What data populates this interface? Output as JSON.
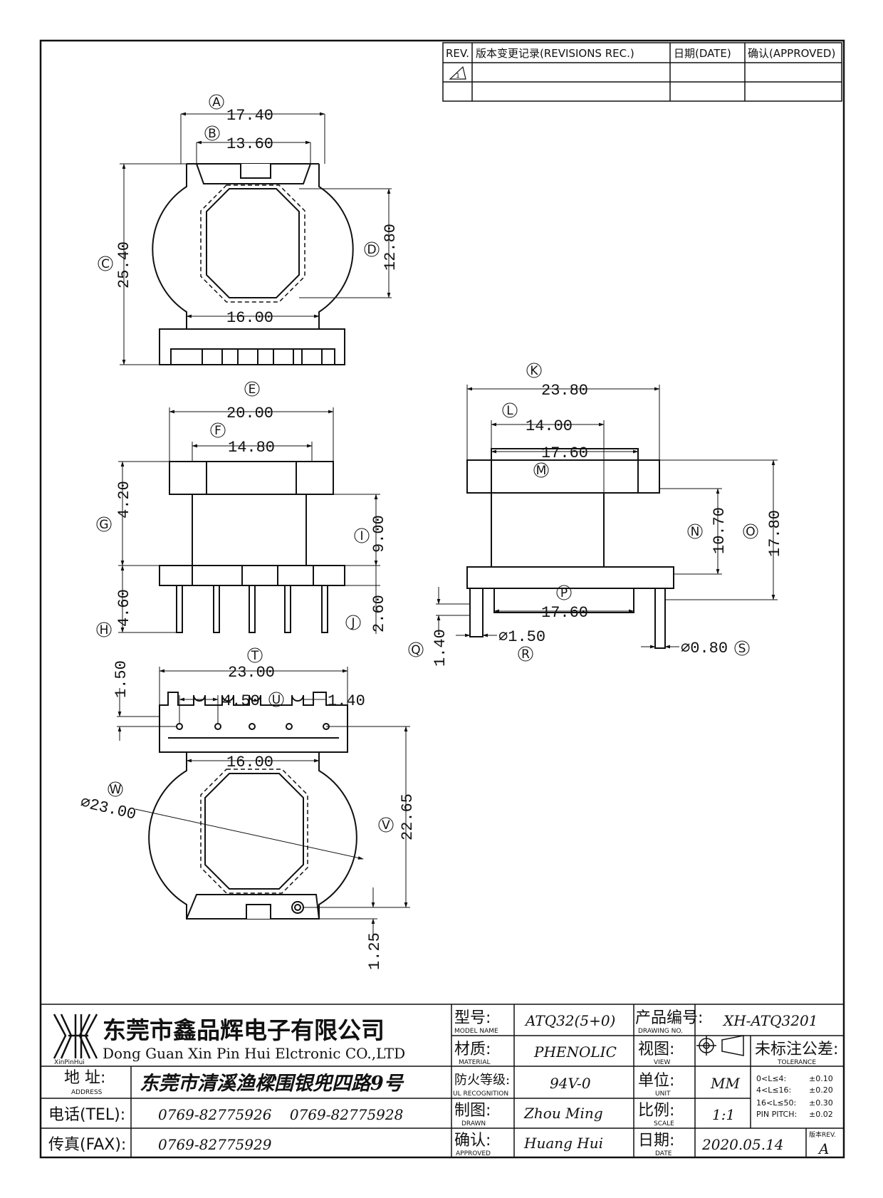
{
  "revision_table": {
    "headers": [
      "REV.",
      "版本变更记录(REVISIONS REC.)",
      "日期(DATE)",
      "确认(APPROVED)"
    ],
    "rev_mark": "1"
  },
  "dimensions": {
    "A": {
      "letter": "A",
      "value": "17.40"
    },
    "B": {
      "letter": "B",
      "value": "13.60"
    },
    "C": {
      "letter": "C",
      "value": "25.40"
    },
    "D": {
      "letter": "D",
      "value": "12.80"
    },
    "top_width": {
      "value": "16.00"
    },
    "E": {
      "letter": "E",
      "value": "20.00"
    },
    "F": {
      "letter": "F",
      "value": "14.80"
    },
    "G": {
      "letter": "G",
      "value": "4.20"
    },
    "H": {
      "letter": "H",
      "value": "4.60"
    },
    "I": {
      "letter": "I",
      "value": "9.00"
    },
    "J": {
      "letter": "J",
      "value": "2.60"
    },
    "K": {
      "letter": "K",
      "value": "23.80"
    },
    "L": {
      "letter": "L",
      "value": "14.00"
    },
    "M": {
      "letter": "M",
      "value": "17.60"
    },
    "N": {
      "letter": "N",
      "value": "10.70"
    },
    "O": {
      "letter": "O",
      "value": "17.80"
    },
    "P": {
      "letter": "P",
      "value": "17.60"
    },
    "Q": {
      "letter": "Q",
      "value": "1.40"
    },
    "R": {
      "letter": "R",
      "value": "⌀1.50"
    },
    "S": {
      "letter": "S",
      "value": "⌀0.80"
    },
    "T": {
      "letter": "T",
      "value": "23.00"
    },
    "U": {
      "letter": "U",
      "value": "4.50",
      "value2": "1.40"
    },
    "side_150": {
      "value": "1.50"
    },
    "bottom_width": {
      "value": "16.00"
    },
    "V": {
      "letter": "V",
      "value": "22.65"
    },
    "W": {
      "letter": "W",
      "value": "⌀23.00"
    },
    "base_125": {
      "value": "1.25"
    }
  },
  "title_block": {
    "logo_text": "XinPinHui",
    "company_cn": "东莞市鑫品辉电子有限公司",
    "company_en": "Dong Guan Xin Pin Hui Elctronic CO.,LTD",
    "address_label": "地 址:",
    "address_label_en": "ADDRESS",
    "address": "东莞市清溪渔樑围银兜四路9号",
    "tel_label": "电话(TEL):",
    "tel": "0769-82775926    0769-82775928",
    "fax_label": "传真(FAX):",
    "fax": "0769-82775929",
    "model_label": "型号:",
    "model_label_en": "MODEL NAME",
    "model": "ATQ32(5+0)",
    "material_label": "材质:",
    "material_label_en": "MATERIAL",
    "material": "PHENOLIC",
    "ul_label": "防火等级:",
    "ul_label_en": "UL RECOGNITION",
    "ul": "94V-0",
    "drawn_label": "制图:",
    "drawn_label_en": "DRAWN",
    "drawn": "Zhou Ming",
    "approved_label": "确认:",
    "approved_label_en": "APPROVED",
    "approved": "Huang Hui",
    "drawing_no_label": "产品编号:",
    "drawing_no_label_en": "DRAWING NO.",
    "drawing_no": "XH-ATQ3201",
    "view_label": "视图:",
    "view_label_en": "VIEW",
    "unit_label": "单位:",
    "unit_label_en": "UNIT",
    "unit": "MM",
    "scale_label": "比例:",
    "scale_label_en": "SCALE",
    "scale": "1:1",
    "date_label": "日期:",
    "date_label_en": "DATE",
    "date": "2020.05.14",
    "tolerance_label": "未标注公差:",
    "tolerance_label_en": "TOLERANCE",
    "tolerances": [
      {
        "range": "0<L≤4:",
        "value": "±0.10"
      },
      {
        "range": "4<L≤16:",
        "value": "±0.20"
      },
      {
        "range": "16<L≤50:",
        "value": "±0.30"
      },
      {
        "range": "PIN PITCH:",
        "value": "±0.02"
      }
    ],
    "rev_label": "版本REV.",
    "rev": "A"
  }
}
